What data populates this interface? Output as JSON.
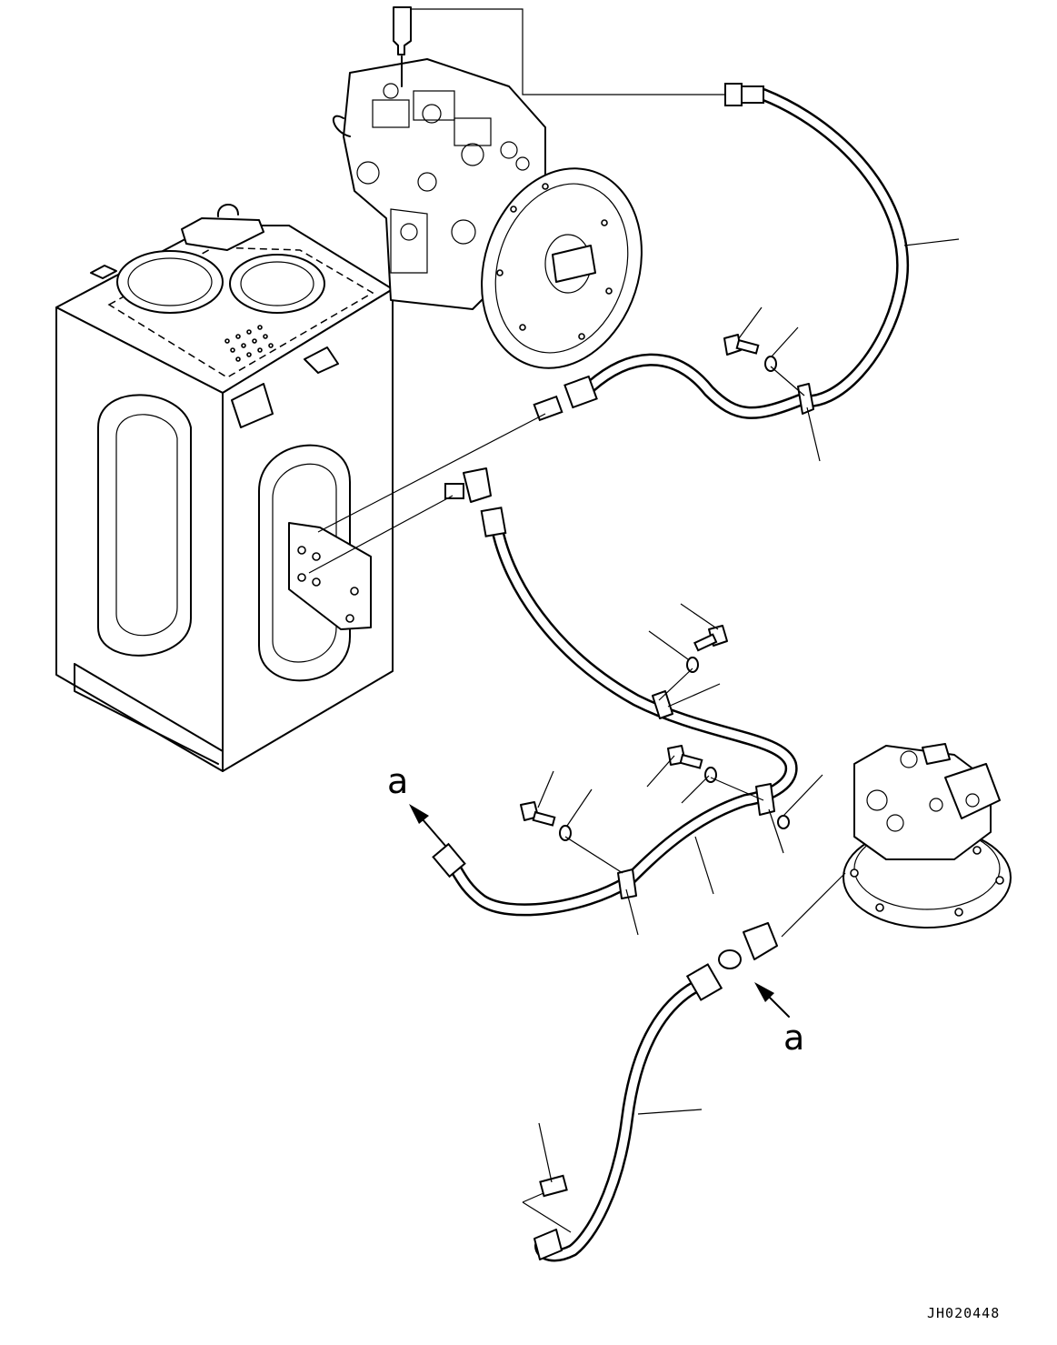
{
  "labels": {
    "arrow_label_left": "a",
    "arrow_label_right": "a",
    "drawing_code": "JH020448"
  }
}
